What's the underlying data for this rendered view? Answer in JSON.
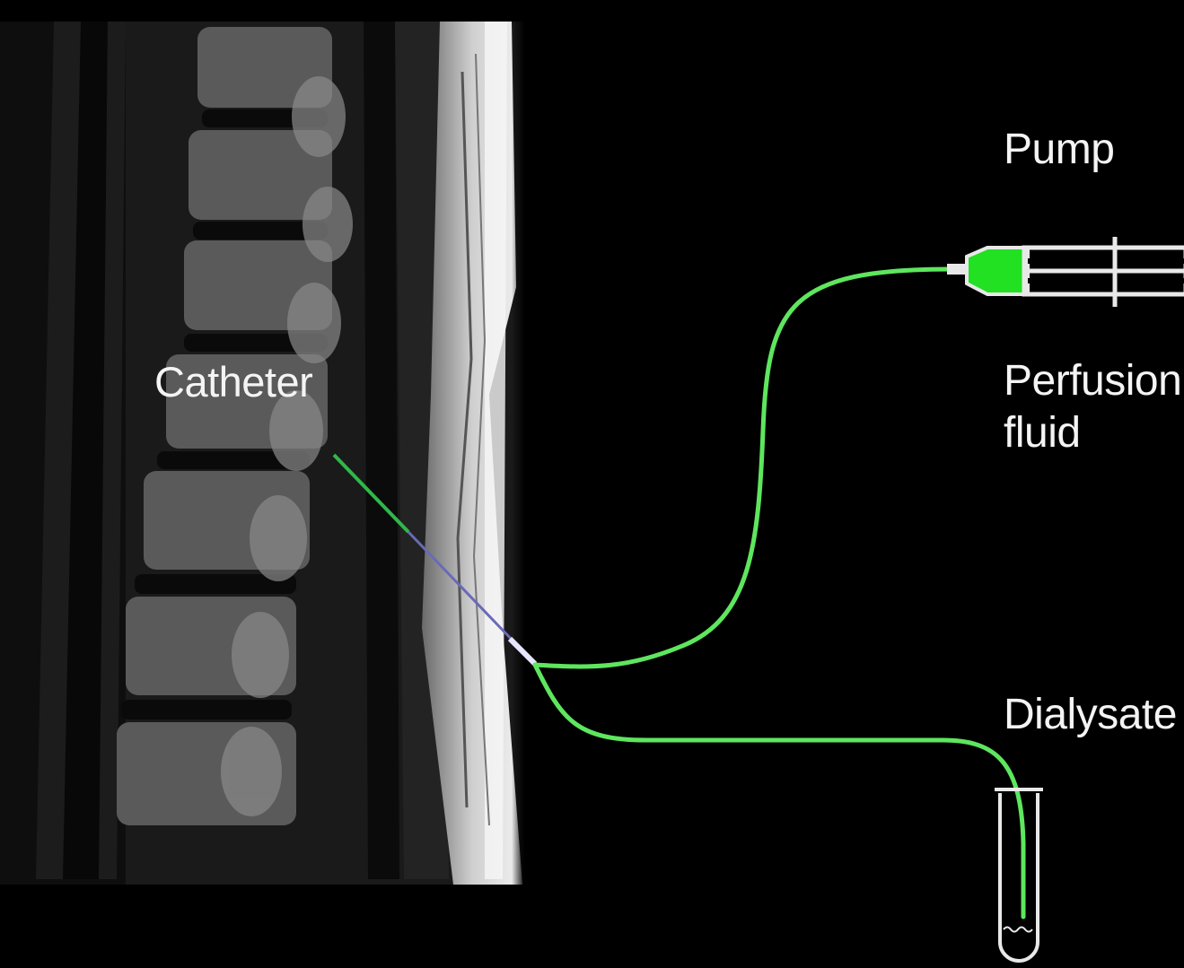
{
  "labels": {
    "catheter": "Catheter",
    "pump": "Pump",
    "perfusion_line1": "Perfusion",
    "perfusion_line2": "fluid",
    "dialysate": "Dialysate"
  },
  "colors": {
    "background": "#000000",
    "tubing": "#5ee65e",
    "catheter_probe": "#2fb84a",
    "catheter_membrane": "#6a6ab8",
    "syringe_fluid": "#22e022",
    "outline": "#e8e8e8"
  },
  "icons": {
    "syringe": "syringe-icon",
    "collection_tube": "test-tube-icon",
    "mri_image": "sagittal-lumbar-spine-mri"
  }
}
